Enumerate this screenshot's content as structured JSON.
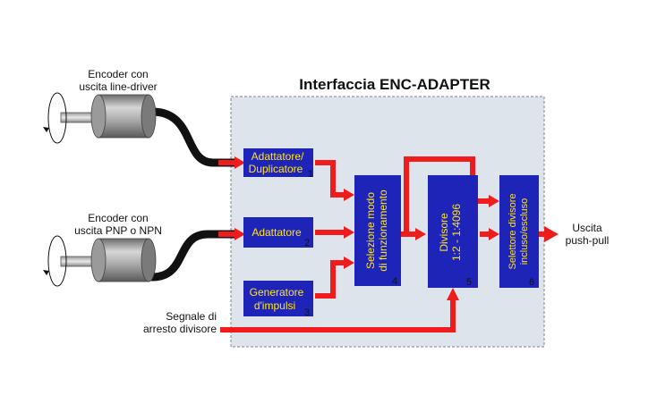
{
  "title": "Interfaccia ENC-ADAPTER",
  "inputs": {
    "encoder_line_driver": [
      "Encoder con",
      "uscita line-driver"
    ],
    "encoder_pnp_npn": [
      "Encoder con",
      "uscita PNP o NPN"
    ],
    "stop_signal": [
      "Segnale di",
      "arresto divisore"
    ]
  },
  "blocks": {
    "b1": {
      "lines": [
        "Adattatore/",
        "Duplicatore"
      ],
      "num": "1"
    },
    "b2": {
      "lines": [
        "Adattatore"
      ],
      "num": "2"
    },
    "b3": {
      "lines": [
        "Generatore",
        "d'impulsi"
      ],
      "num": "3"
    },
    "b4": {
      "lines": [
        "Selezione modo",
        "di funzionamento"
      ],
      "num": "4"
    },
    "b5": {
      "lines": [
        "Divisore",
        "1:2 - 1:4096"
      ],
      "num": "5"
    },
    "b6": {
      "lines": [
        "Selettore divisore",
        "incluso/escluso"
      ],
      "num": "6"
    }
  },
  "output": [
    "Uscita",
    "push-pull"
  ],
  "colors": {
    "block_fill": "#1f24b8",
    "block_text": "#ffe41a",
    "arrow": "#ee1c1c",
    "panel": "#dde4ec",
    "cable": "#111111"
  }
}
